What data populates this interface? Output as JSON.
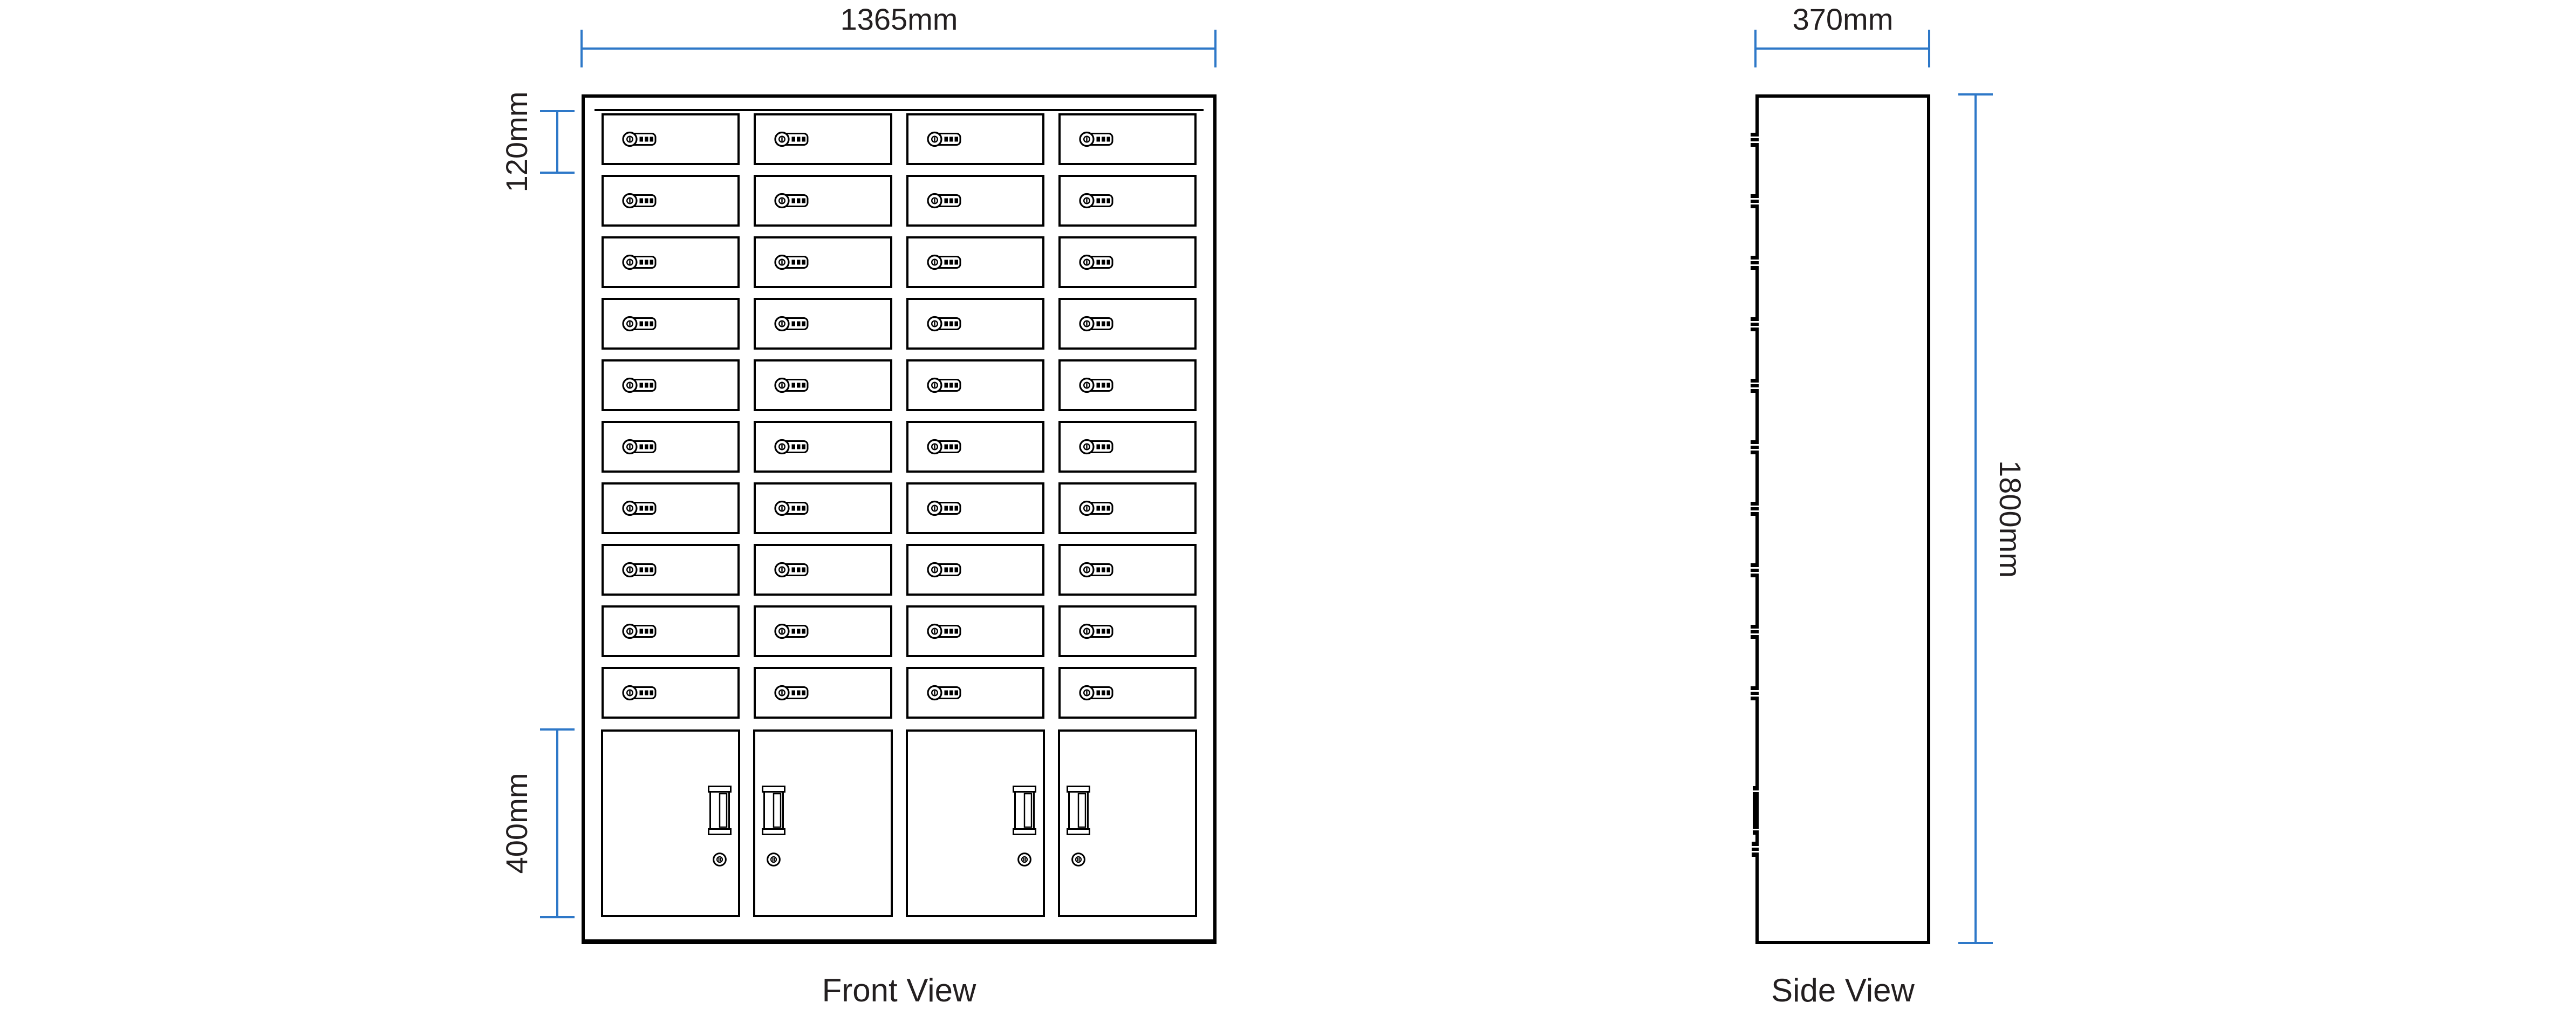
{
  "front_view": {
    "label": "Front View",
    "dims": {
      "width": "1365mm",
      "small_locker_height": "120mm",
      "large_door_height": "400mm"
    },
    "small_lockers": {
      "rows": 10,
      "columns": 4
    },
    "large_doors": {
      "count": 4
    }
  },
  "side_view": {
    "label": "Side View",
    "dims": {
      "depth": "370mm",
      "height": "1800mm"
    }
  },
  "colors": {
    "line": "#000000",
    "dimension_line": "#2e78c8",
    "text": "#231f20",
    "background": "#ffffff"
  }
}
